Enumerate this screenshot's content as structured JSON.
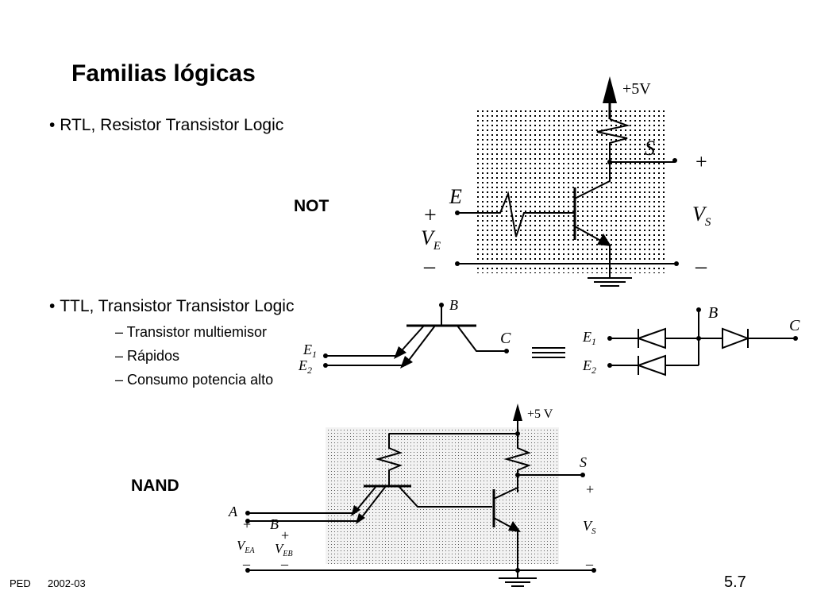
{
  "slide": {
    "title": "Familias lógicas",
    "bullets": [
      {
        "text": "RTL, Resistor Transistor Logic"
      },
      {
        "text": "TTL, Transistor Transistor Logic"
      }
    ],
    "sub_bullets": [
      "– Transistor multiemisor",
      "– Rápidos",
      "– Consumo potencia alto"
    ],
    "gate_labels": {
      "not": "NOT",
      "nand": "NAND"
    },
    "footer": {
      "course": "PED",
      "year": "2002-03",
      "page": "5.7"
    }
  },
  "not_circuit": {
    "supply": "+5V",
    "output_node": "S",
    "input_node": "E",
    "plus": "+",
    "minus": "–",
    "vs": "V",
    "vs_sub": "S",
    "ve": "V",
    "ve_sub": "E"
  },
  "multiemitter": {
    "base": "B",
    "collector": "C",
    "e1": "E",
    "e1_sub": "1",
    "e2": "E",
    "e2_sub": "2",
    "equiv": "≡"
  },
  "nand_circuit": {
    "supply": "+5 V",
    "output_node": "S",
    "input_a": "A",
    "input_b": "B",
    "plus": "+",
    "minus": "–",
    "vs": "V",
    "vs_sub": "S",
    "vea": "V",
    "vea_sub": "EA",
    "veb": "V",
    "veb_sub": "EB"
  }
}
